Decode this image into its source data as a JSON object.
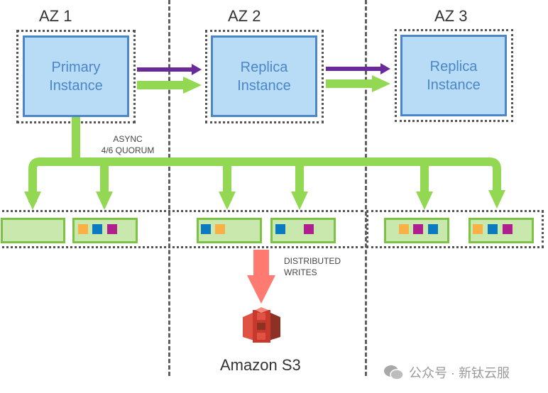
{
  "zones": [
    {
      "label": "AZ 1",
      "instance": {
        "line1": "Primary",
        "line2": "Instance"
      }
    },
    {
      "label": "AZ 2",
      "instance": {
        "line1": "Replica",
        "line2": "Instance"
      }
    },
    {
      "label": "AZ 3",
      "instance": {
        "line1": "Replica",
        "line2": "Instance"
      }
    }
  ],
  "labels": {
    "async_line1": "ASYNC",
    "async_line2": "4/6 QUORUM",
    "distributed_line1": "DISTRIBUTED",
    "distributed_line2": "WRITES",
    "s3": "Amazon S3"
  },
  "storage_nodes": [
    {
      "blocks": []
    },
    {
      "blocks": [
        "orange",
        "blue",
        "magenta"
      ]
    },
    {
      "blocks": [
        "blue",
        "orange"
      ]
    },
    {
      "blocks": [
        "blue",
        "gap",
        "gap",
        "magenta"
      ]
    },
    {
      "blocks": [
        "gap",
        "orange",
        "magenta",
        "blue"
      ]
    },
    {
      "blocks": [
        "orange",
        "blue",
        "magenta"
      ]
    }
  ],
  "colors": {
    "orange": "#f9b044",
    "blue": "#0b7ac0",
    "magenta": "#b01f8e",
    "green_arrow": "#92d853",
    "purple_arrow": "#6a2a9a",
    "red_arrow": "#ff7a70",
    "instance_fill": "#b8dcf6",
    "instance_border": "#4a86c8"
  },
  "watermark": {
    "icon": "wechat-icon",
    "text": "公众号 · 新钛云服"
  }
}
